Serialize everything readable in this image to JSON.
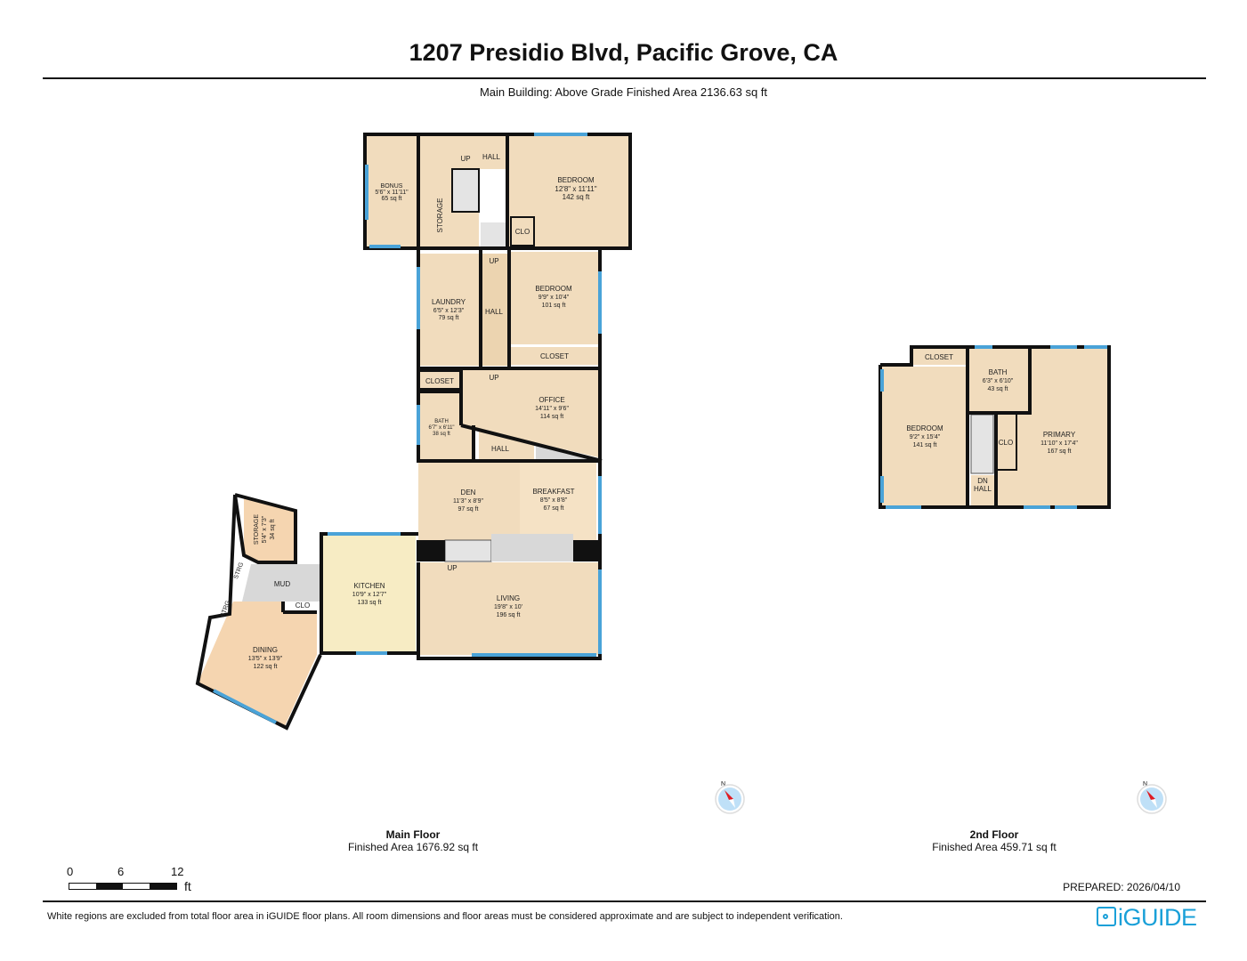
{
  "header": {
    "title": "1207 Presidio Blvd, Pacific Grove, CA",
    "subtitle": "Main Building: Above Grade Finished Area 2136.63 sq ft"
  },
  "colors": {
    "room_fill": "#f1dcbd",
    "kitchen_fill": "#f7ecc4",
    "dining_fill": "#f5d5b0",
    "wall": "#111111",
    "window": "#4aa3d8",
    "excluded": "#d8d8d8",
    "brand": "#1aa0d8",
    "compass_red": "#e01b22",
    "compass_blue": "#bfe0f7"
  },
  "main_floor": {
    "name": "Main Floor",
    "area": "Finished Area 1676.92 sq ft",
    "rooms": [
      {
        "name": "BONUS",
        "dims": "5'6\" x 11'11\"",
        "area": "65 sq ft"
      },
      {
        "name": "STORAGE"
      },
      {
        "name": "HALL"
      },
      {
        "name": "UP"
      },
      {
        "name": "BEDROOM",
        "dims": "12'8\" x 11'11\"",
        "area": "142 sq ft"
      },
      {
        "name": "CLO"
      },
      {
        "name": "LAUNDRY",
        "dims": "6'5\" x 12'3\"",
        "area": "79 sq ft"
      },
      {
        "name": "UP"
      },
      {
        "name": "HALL"
      },
      {
        "name": "BEDROOM",
        "dims": "9'9\" x 10'4\"",
        "area": "101 sq ft"
      },
      {
        "name": "CLOSET"
      },
      {
        "name": "CLOSET"
      },
      {
        "name": "UP"
      },
      {
        "name": "OFFICE",
        "dims": "14'11\" x 9'6\"",
        "area": "114 sq ft"
      },
      {
        "name": "BATH",
        "dims": "6'7\" x 6'11\"",
        "area": "38 sq ft"
      },
      {
        "name": "HALL"
      },
      {
        "name": "DEN",
        "dims": "11'3\" x 8'9\"",
        "area": "97 sq ft"
      },
      {
        "name": "BREAKFAST",
        "dims": "8'5\" x 8'8\"",
        "area": "67 sq ft"
      },
      {
        "name": "STORAGE",
        "dims": "5'4\" x 7'3\"",
        "area": "34 sq ft"
      },
      {
        "name": "STRG"
      },
      {
        "name": "STRG"
      },
      {
        "name": "MUD"
      },
      {
        "name": "CLO"
      },
      {
        "name": "KITCHEN",
        "dims": "10'9\" x 12'7\"",
        "area": "133 sq ft"
      },
      {
        "name": "UP"
      },
      {
        "name": "LIVING",
        "dims": "19'8\" x 10'",
        "area": "196 sq ft"
      },
      {
        "name": "DINING",
        "dims": "13'5\" x 13'9\"",
        "area": "122 sq ft"
      }
    ]
  },
  "second_floor": {
    "name": "2nd Floor",
    "area": "Finished Area 459.71 sq ft",
    "rooms": [
      {
        "name": "CLOSET"
      },
      {
        "name": "BATH",
        "dims": "6'3\" x 6'10\"",
        "area": "43 sq ft"
      },
      {
        "name": "BEDROOM",
        "dims": "9'2\" x 15'4\"",
        "area": "141 sq ft"
      },
      {
        "name": "CLO"
      },
      {
        "name": "PRIMARY",
        "dims": "11'10\" x 17'4\"",
        "area": "167 sq ft"
      },
      {
        "name": "DN"
      },
      {
        "name": "HALL"
      }
    ]
  },
  "compass": {
    "label": "N"
  },
  "scale_bar": {
    "ticks": [
      "0",
      "6",
      "12"
    ],
    "unit": "ft"
  },
  "footer": {
    "prepared": "PREPARED: 2026/04/10",
    "disclaimer": "White regions are excluded from total floor area in iGUIDE floor plans. All room dimensions and floor areas must be considered approximate and are subject to independent verification.",
    "logo": "iGUIDE"
  }
}
